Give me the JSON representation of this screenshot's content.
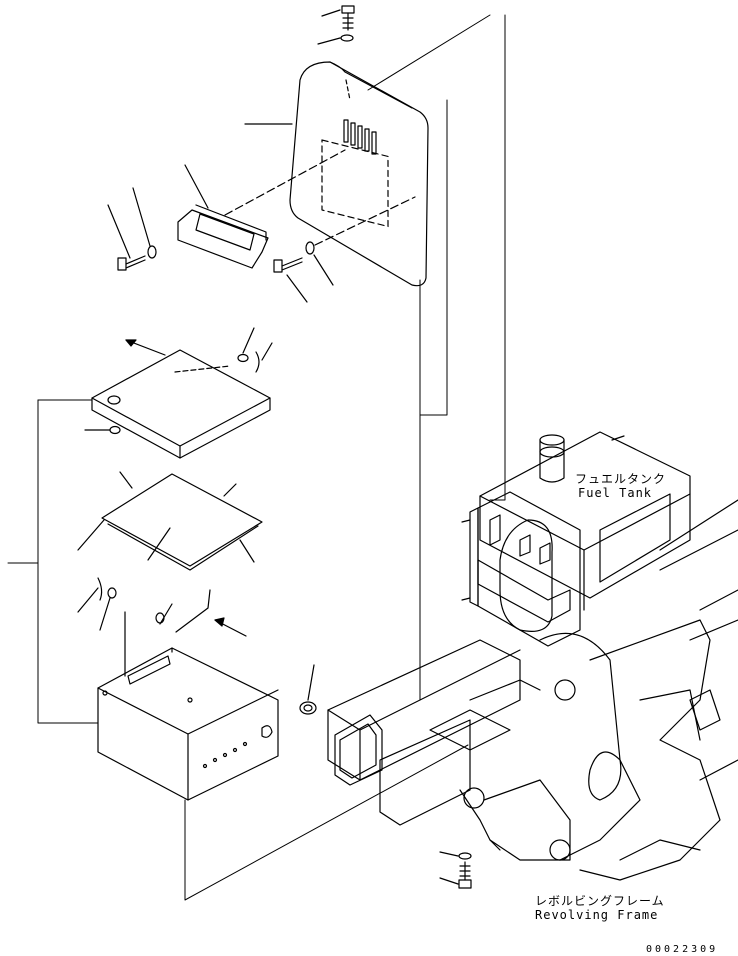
{
  "labels": {
    "fuel_tank_jp": "フュエルタンク",
    "fuel_tank_en": "Fuel Tank",
    "revolving_frame_jp": "レボルビングフレーム",
    "revolving_frame_en": "Revolving Frame",
    "document_number": "00022309"
  },
  "colors": {
    "line": "#000000",
    "background": "#ffffff"
  }
}
